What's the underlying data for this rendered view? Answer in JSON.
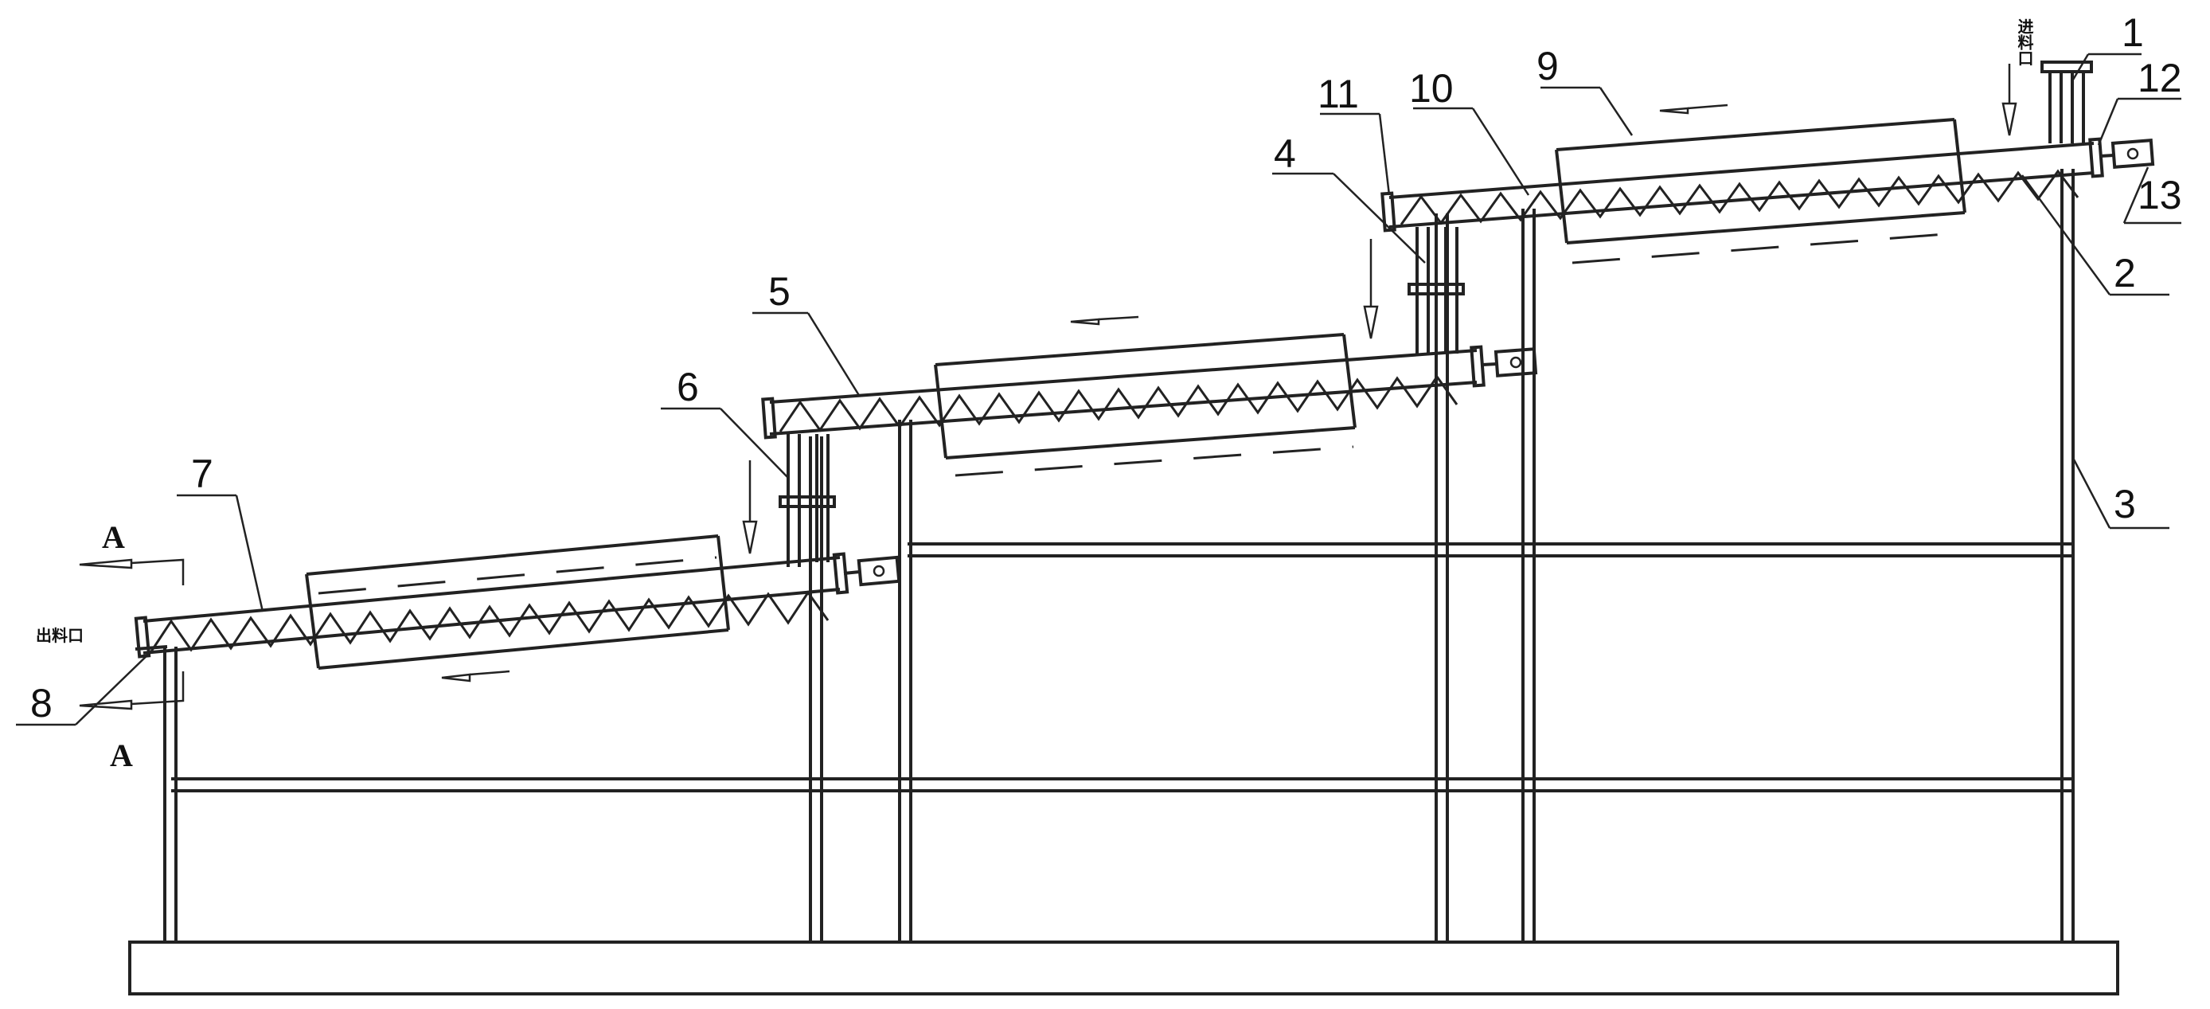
{
  "labels": {
    "l1": "1",
    "l2": "2",
    "l3": "3",
    "l4": "4",
    "l5": "5",
    "l6": "6",
    "l7": "7",
    "l8": "8",
    "l9": "9",
    "l10": "10",
    "l11": "11",
    "l12": "12",
    "l13": "13"
  },
  "section_marks": {
    "top": "A",
    "bottom": "A"
  },
  "ports": {
    "inlet": "进料口",
    "outlet": "出料口"
  }
}
